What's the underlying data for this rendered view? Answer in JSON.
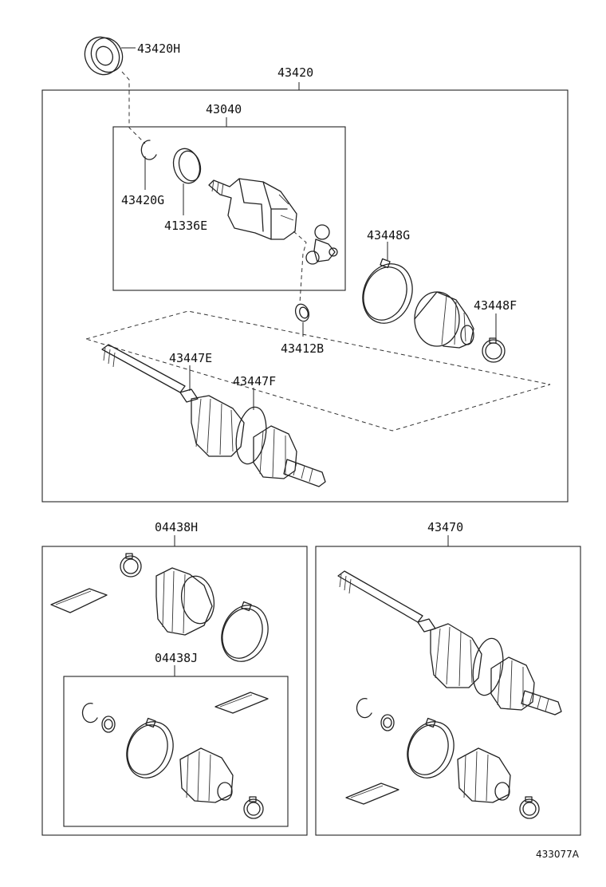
{
  "labels": {
    "p43420H": "43420H",
    "p43420": "43420",
    "p43040": "43040",
    "p43420G": "43420G",
    "p41336E": "41336E",
    "p43448G": "43448G",
    "p43448F": "43448F",
    "p43412B": "43412B",
    "p43447E": "43447E",
    "p43447F": "43447F",
    "p04438H": "04438H",
    "p43470": "43470",
    "p04438J": "04438J"
  },
  "diagram_ref": "433077A",
  "icons": {
    "seal": "oil-seal-icon",
    "snap_ring": "snap-ring-icon",
    "boot": "cv-boot-icon",
    "clamp": "boot-clamp-icon",
    "shaft": "drive-shaft-icon",
    "grease": "grease-packet-icon"
  }
}
